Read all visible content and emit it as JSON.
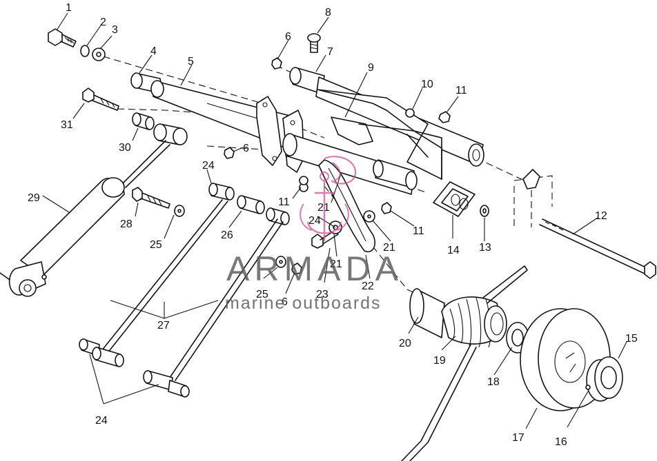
{
  "callouts": [
    {
      "n": "1"
    },
    {
      "n": "2"
    },
    {
      "n": "3"
    },
    {
      "n": "4"
    },
    {
      "n": "5"
    },
    {
      "n": "6"
    },
    {
      "n": "8"
    },
    {
      "n": "7"
    },
    {
      "n": "9"
    },
    {
      "n": "10"
    },
    {
      "n": "11"
    },
    {
      "n": "31"
    },
    {
      "n": "30"
    },
    {
      "n": "6"
    },
    {
      "n": "24"
    },
    {
      "n": "29"
    },
    {
      "n": "28"
    },
    {
      "n": "25"
    },
    {
      "n": "26"
    },
    {
      "n": "11"
    },
    {
      "n": "21"
    },
    {
      "n": "24"
    },
    {
      "n": "11"
    },
    {
      "n": "21"
    },
    {
      "n": "21"
    },
    {
      "n": "14"
    },
    {
      "n": "13"
    },
    {
      "n": "12"
    },
    {
      "n": "25"
    },
    {
      "n": "6"
    },
    {
      "n": "23"
    },
    {
      "n": "22"
    },
    {
      "n": "27"
    },
    {
      "n": "20"
    },
    {
      "n": "19"
    },
    {
      "n": "18"
    },
    {
      "n": "15"
    },
    {
      "n": "24"
    },
    {
      "n": "17"
    },
    {
      "n": "16"
    }
  ],
  "watermark": {
    "brand": "ARMADA",
    "tagline": "marine outboards",
    "accent_color": "#d44f93"
  }
}
